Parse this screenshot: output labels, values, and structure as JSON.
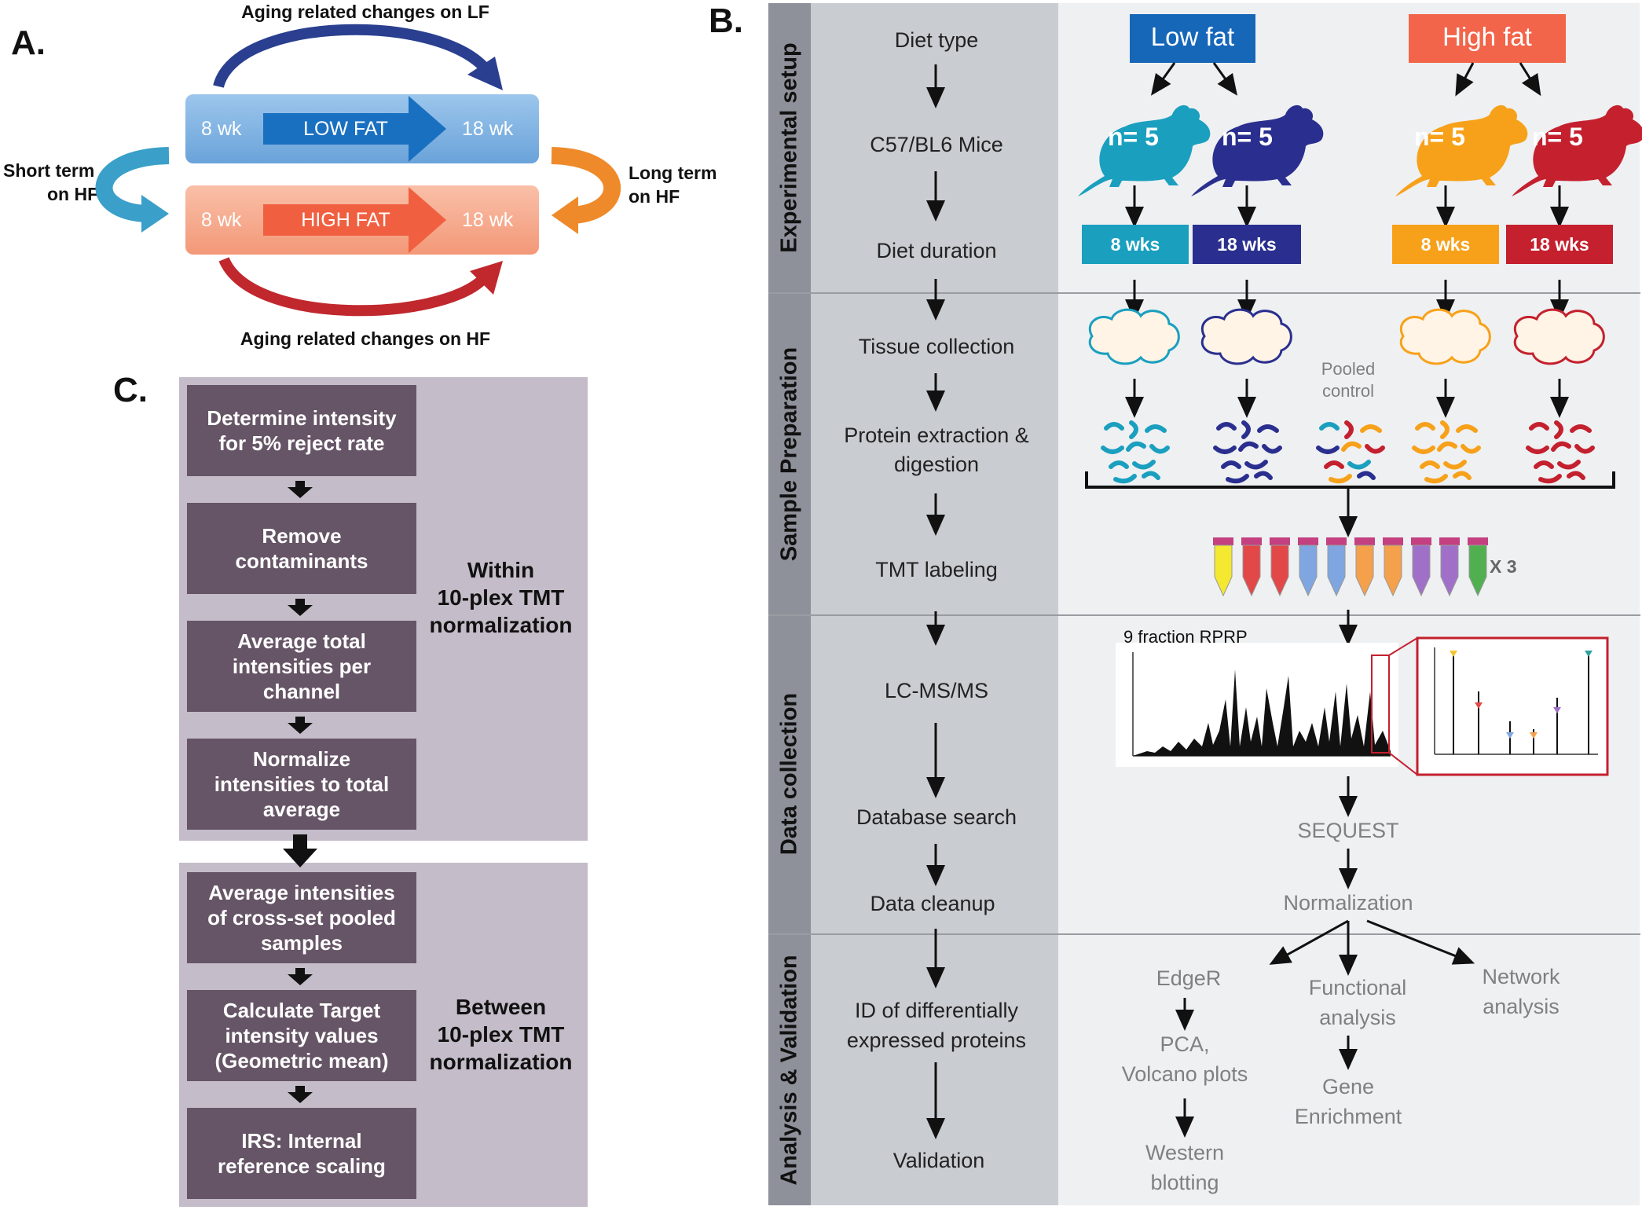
{
  "panelA": {
    "label": "A.",
    "top_caption": "Aging related changes on LF",
    "bottom_caption": "Aging related changes on HF",
    "short_term": [
      "Short term",
      "on HF"
    ],
    "long_term": [
      "Long term",
      "on HF"
    ],
    "low_fat": {
      "start": "8 wk",
      "label": "LOW FAT",
      "end": "18 wk"
    },
    "high_fat": {
      "start": "8 wk",
      "label": "HIGH FAT",
      "end": "18 wk"
    },
    "colors": {
      "lf_bar": "#7fb3e3",
      "lf_arrow": "#1a70c0",
      "hf_bar": "#f5a88a",
      "hf_arrow": "#f06040",
      "top_arc": "#2a3f8f",
      "bottom_arc": "#c0282e",
      "left_arc": "#3a9fc9",
      "right_arc": "#ef8a2a"
    }
  },
  "panelB": {
    "label": "B.",
    "sections": [
      "Experimental setup",
      "Sample Preparation",
      "Data collection",
      "Analysis & Validation"
    ],
    "steps": [
      "Diet type",
      "C57/BL6 Mice",
      "Diet duration",
      "Tissue collection",
      "Protein extraction &",
      "digestion",
      "TMT labeling",
      "LC-MS/MS",
      "Database search",
      "Data cleanup",
      "ID of differentially",
      "expressed proteins",
      "Validation"
    ],
    "diets": {
      "low": "Low fat",
      "high": "High fat"
    },
    "mice": [
      "n= 5",
      "n= 5",
      "n= 5",
      "n= 5"
    ],
    "durations": [
      "8 wks",
      "18 wks",
      "8 wks",
      "18 wks"
    ],
    "pooled": [
      "Pooled",
      "control"
    ],
    "x3": "X 3",
    "fraction": "9 fraction RPRP",
    "sequest": "SEQUEST",
    "normalization": "Normalization",
    "edger": "EdgeR",
    "pca": [
      "PCA,",
      "Volcano plots"
    ],
    "western": [
      "Western",
      "blotting"
    ],
    "functional": [
      "Functional",
      "analysis"
    ],
    "gene": [
      "Gene",
      "Enrichment"
    ],
    "network": [
      "Network",
      "analysis"
    ],
    "colors": {
      "teal": "#1a9fbf",
      "navy": "#2a2f8f",
      "orange": "#f7a11a",
      "red": "#c4202e",
      "low_box": "#1667b8",
      "high_box": "#f2654a",
      "side": "#8e919a",
      "steps_bg": "#c9ccd1",
      "right_bg": "#eef0f2"
    }
  },
  "panelC": {
    "label": "C.",
    "boxes": [
      [
        "Determine intensity",
        "for 5% reject rate"
      ],
      [
        "Remove",
        "contaminants"
      ],
      [
        "Average total",
        "intensities per",
        "channel"
      ],
      [
        "Normalize",
        "intensities to total",
        "average"
      ],
      [
        "Average intensities",
        "of cross-set pooled",
        "samples"
      ],
      [
        "Calculate Target",
        "intensity values",
        "(Geometric mean)"
      ],
      [
        "IRS: Internal",
        "reference scaling"
      ]
    ],
    "within": [
      "Within",
      "10-plex TMT",
      "normalization"
    ],
    "between": [
      "Between",
      "10-plex TMT",
      "normalization"
    ]
  }
}
